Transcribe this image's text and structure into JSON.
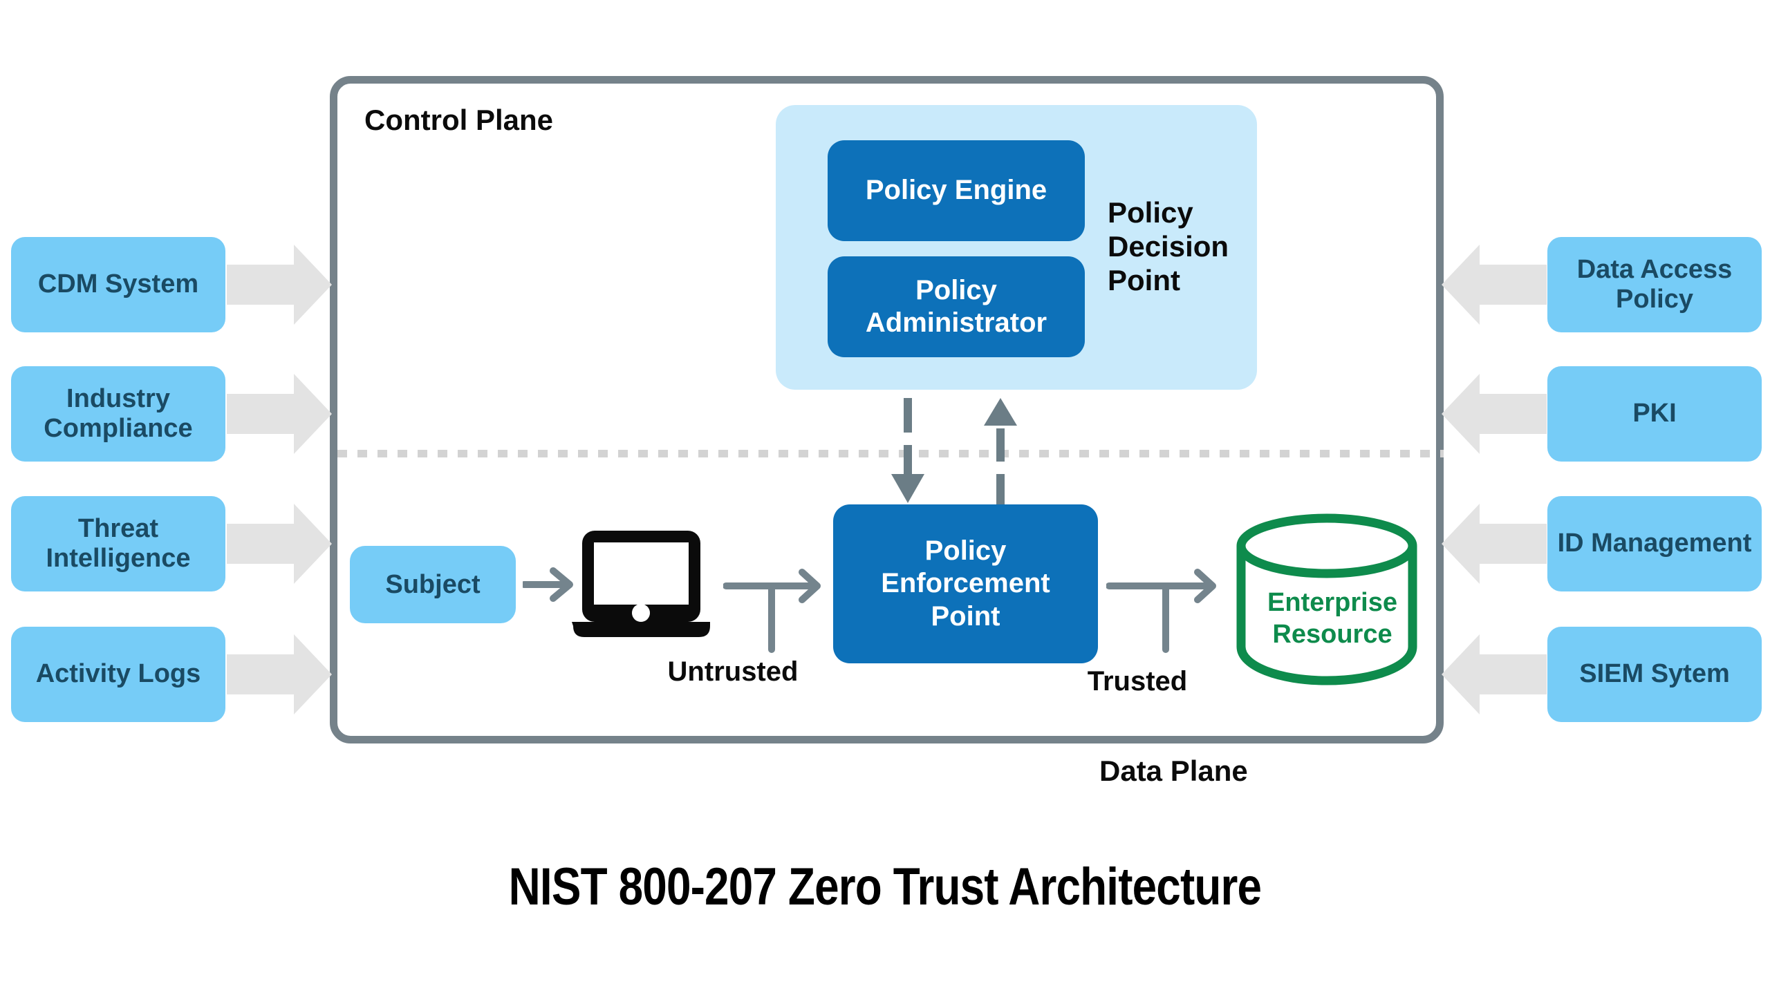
{
  "title": "NIST 800-207 Zero Trust Architecture",
  "control_plane": {
    "label": "Control Plane"
  },
  "data_plane": {
    "label": "Data Plane"
  },
  "pdp": {
    "label": "Policy Decision Point",
    "engine_label": "Policy Engine",
    "administrator_label": "Policy Administrator"
  },
  "pep": {
    "label": "Policy Enforcement Point"
  },
  "subject": {
    "label": "Subject"
  },
  "resource": {
    "label": "Enterprise Resource"
  },
  "flow_labels": {
    "untrusted": "Untrusted",
    "trusted": "Trusted"
  },
  "external_left": [
    {
      "label": "CDM System"
    },
    {
      "label": "Industry Compliance"
    },
    {
      "label": "Threat Intelligence"
    },
    {
      "label": "Activity Logs"
    }
  ],
  "external_right": [
    {
      "label": "Data Access Policy"
    },
    {
      "label": "PKI"
    },
    {
      "label": "ID Management"
    },
    {
      "label": "SIEM Sytem"
    }
  ],
  "icons": {
    "laptop": "laptop-icon",
    "database": "database-cylinder-icon",
    "left_feed_arrows": "arrow-right-icon",
    "right_feed_arrows": "arrow-left-icon"
  },
  "colors": {
    "external_box_blue": "#76ccf7",
    "external_text_navy": "#1a4a63",
    "policy_box_blue": "#0d71b9",
    "pdp_background_blue": "#c9eafb",
    "resource_green": "#0e8b4c",
    "plane_border_gray": "#75828a",
    "feed_arrow_gray": "#e3e3e3",
    "connector_gray": "#74848d",
    "dotted_line_gray": "#d3d3d3"
  }
}
